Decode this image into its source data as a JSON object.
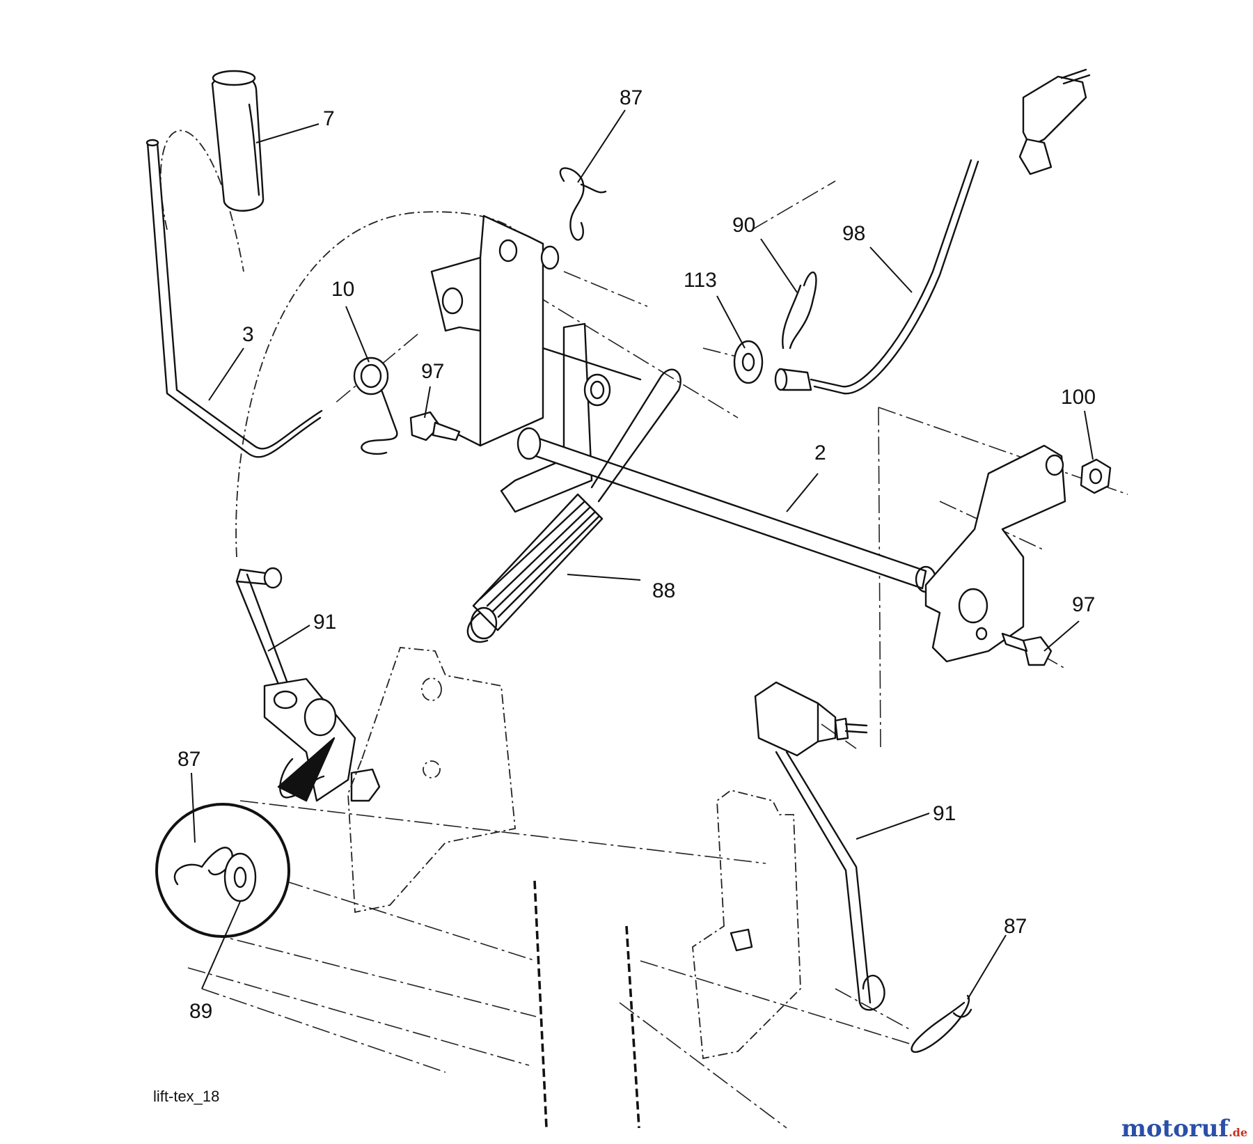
{
  "diagram": {
    "figure_id": "lift-tex_18",
    "watermark": {
      "text": "motoruf",
      "suffix": ".de",
      "colors": [
        "#2a4fa8",
        "#e0a01c",
        "#c8321e",
        "#3a9a3a"
      ]
    },
    "callouts": [
      {
        "label": "7"
      },
      {
        "label": "87"
      },
      {
        "label": "90"
      },
      {
        "label": "98"
      },
      {
        "label": "113"
      },
      {
        "label": "10"
      },
      {
        "label": "3"
      },
      {
        "label": "97"
      },
      {
        "label": "100"
      },
      {
        "label": "2"
      },
      {
        "label": "88"
      },
      {
        "label": "97"
      },
      {
        "label": "91"
      },
      {
        "label": "87"
      },
      {
        "label": "91"
      },
      {
        "label": "87"
      },
      {
        "label": "89"
      }
    ]
  }
}
